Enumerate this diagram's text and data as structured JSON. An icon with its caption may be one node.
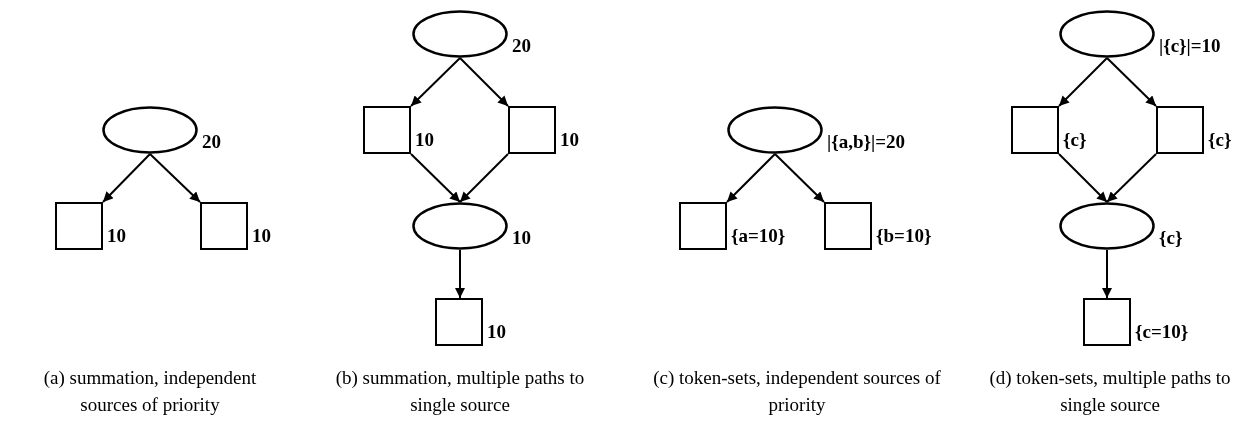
{
  "diagram": {
    "nodes": [
      {
        "text": [],
        "shape": "ellipse",
        "beside": [
          "20"
        ]
      },
      {
        "text": [],
        "shape": "box",
        "beside": [
          "10"
        ]
      },
      {
        "text": [],
        "shape": "box",
        "beside": [
          "10"
        ]
      },
      {
        "text": [],
        "shape": "ellipse",
        "beside": [
          "20"
        ]
      },
      {
        "text": [],
        "shape": "box",
        "beside": [
          "10"
        ]
      },
      {
        "text": [],
        "shape": "box",
        "beside": [
          "10"
        ]
      },
      {
        "text": [],
        "shape": "ellipse",
        "beside": [
          "10"
        ]
      },
      {
        "text": [],
        "shape": "box",
        "beside": [
          "10"
        ]
      },
      {
        "text": [],
        "shape": "ellipse",
        "beside": [
          "|{a,b}|=20"
        ]
      },
      {
        "text": [],
        "shape": "box",
        "beside": [
          "{a=10}"
        ]
      },
      {
        "text": [],
        "shape": "box",
        "beside": [
          "{b=10}"
        ]
      },
      {
        "text": [],
        "shape": "ellipse",
        "beside": [
          "|{c}|=10"
        ]
      },
      {
        "text": [],
        "shape": "box",
        "beside": [
          "{c}"
        ]
      },
      {
        "text": [],
        "shape": "box",
        "beside": [
          "{c}"
        ]
      },
      {
        "text": [],
        "shape": "ellipse",
        "beside": [
          "{c}"
        ]
      },
      {
        "text": [],
        "shape": "box",
        "beside": [
          "{c=10}"
        ]
      }
    ],
    "edges": [
      {
        "from": 0,
        "to": 1,
        "arrow": "to"
      },
      {
        "from": 0,
        "to": 2,
        "arrow": "to"
      },
      {
        "from": 3,
        "to": 4,
        "arrow": "to"
      },
      {
        "from": 3,
        "to": 5,
        "arrow": "to"
      },
      {
        "from": 4,
        "to": 6,
        "arrow": "to"
      },
      {
        "from": 5,
        "to": 6,
        "arrow": "to"
      },
      {
        "from": 6,
        "to": 7,
        "arrow": "to"
      },
      {
        "from": 8,
        "to": 9,
        "arrow": "to"
      },
      {
        "from": 8,
        "to": 10,
        "arrow": "to"
      },
      {
        "from": 11,
        "to": 12,
        "arrow": "to"
      },
      {
        "from": 11,
        "to": 13,
        "arrow": "to"
      },
      {
        "from": 12,
        "to": 14,
        "arrow": "to"
      },
      {
        "from": 13,
        "to": 14,
        "arrow": "to"
      },
      {
        "from": 14,
        "to": 15,
        "arrow": "to"
      }
    ],
    "labels": [
      "(a) summation, independent sources of priority",
      "(b) summation, multiple paths to single source",
      "(c) token-sets, independent sources of priority",
      "(d) token-sets, multiple paths to single source"
    ]
  }
}
